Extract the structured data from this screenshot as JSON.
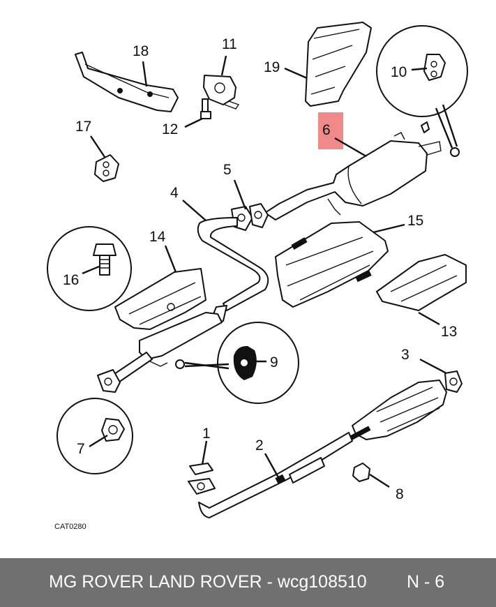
{
  "callouts": {
    "p1": "1",
    "p2": "2",
    "p3": "3",
    "p4": "4",
    "p5": "5",
    "p6": "6",
    "p7": "7",
    "p8": "8",
    "p9": "9",
    "p10": "10",
    "p11": "11",
    "p12": "12",
    "p13": "13",
    "p14": "14",
    "p15": "15",
    "p16": "16",
    "p17": "17",
    "p18": "18",
    "p19": "19"
  },
  "diagram_code": "CAT0280",
  "footer": {
    "text": "MG ROVER LAND ROVER - wcg108510",
    "ref": "N - 6"
  },
  "highlight_color": "#f08a8a"
}
